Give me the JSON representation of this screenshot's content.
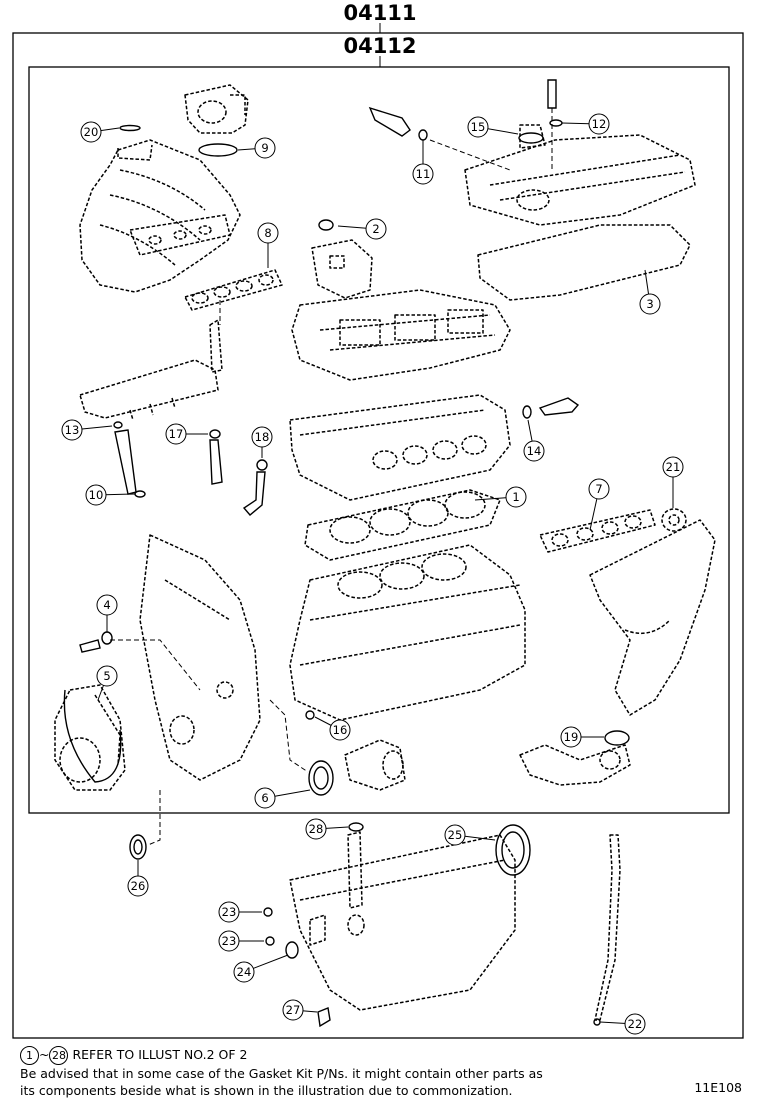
{
  "title_outer": "04111",
  "title_inner": "04112",
  "callouts": [
    "1",
    "2",
    "3",
    "4",
    "5",
    "6",
    "7",
    "8",
    "9",
    "10",
    "11",
    "12",
    "13",
    "14",
    "15",
    "16",
    "17",
    "18",
    "19",
    "20",
    "21",
    "22",
    "23",
    "23",
    "24",
    "25",
    "26",
    "27",
    "28"
  ],
  "note": {
    "ref_start": "1",
    "ref_sep": "~",
    "ref_end": "28",
    "ref_text": "REFER TO ILLUST NO.2 OF 2",
    "advisory_line1": "Be advised that in some case of the Gasket Kit P/Ns.  it might contain other parts as",
    "advisory_line2": "its components beside what is shown in the illustration due to commonization."
  },
  "diagram_code": "11E108"
}
